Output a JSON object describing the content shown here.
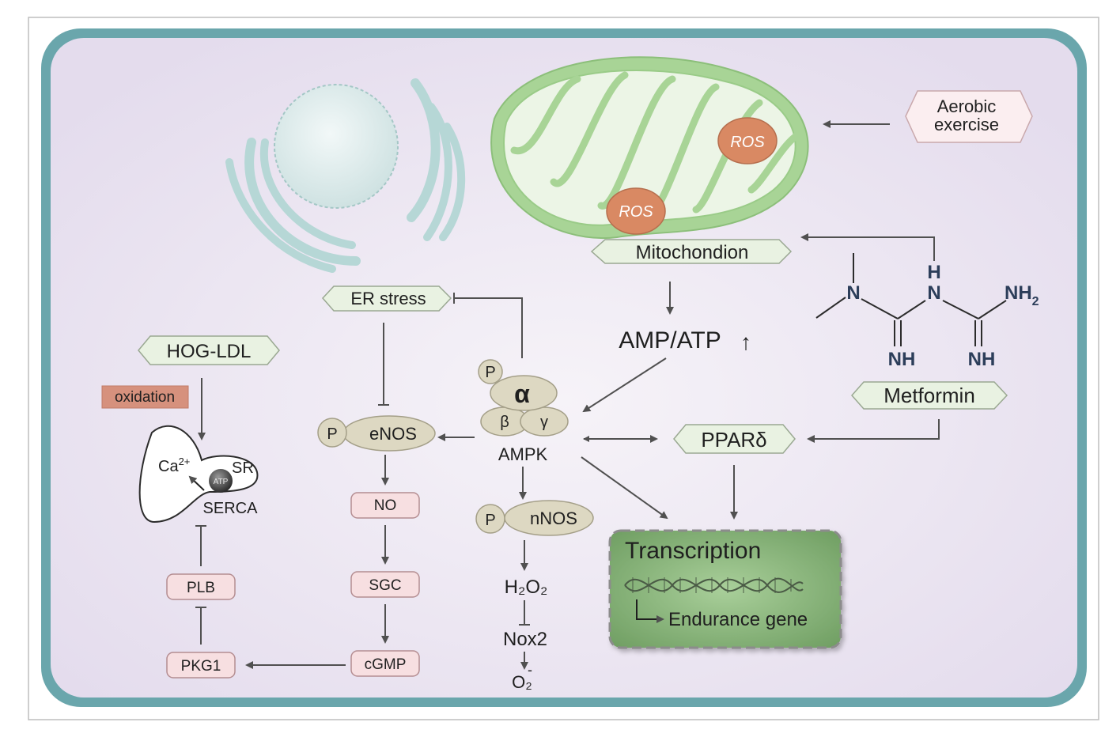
{
  "colors": {
    "cell_border": "#6aa6ac",
    "cell_fill": "#ebe5f1",
    "green_label_fill": "#e9f2e2",
    "green_label_stroke": "#9aa892",
    "pink_box_fill": "#f7dfe1",
    "pink_box_stroke": "#b48d91",
    "ros_fill": "#d98963",
    "mito_outer": "#a8d496",
    "mito_inner": "#ecf5e6",
    "organelle": "#b6d7d6",
    "enzyme": "#ddd8c2",
    "transcription_fill": "#8fb880",
    "arrow": "#505050",
    "oxidation_fill": "#d6917d"
  },
  "organelles": {
    "ros_1": "ROS",
    "ros_2": "ROS",
    "mitochondrion": "Mitochondion"
  },
  "inputs": {
    "aerobic_exercise": [
      "Aerobic",
      "exercise"
    ],
    "metformin": "Metformin",
    "hog_ldl": "HOG-LDL",
    "oxidation": "oxidation"
  },
  "metformin_structure": {
    "n_left": "N",
    "n_middle": "N",
    "h_top": "H",
    "nh2": "NH",
    "nh2_subscript": "2",
    "nh_left": "NH",
    "nh_right": "NH"
  },
  "energy": {
    "ratio": "AMP/ATP",
    "increase_symbol": "↑"
  },
  "ampk": {
    "label": "AMPK",
    "alpha": "α",
    "beta": "β",
    "gamma": "γ",
    "phospho": "P"
  },
  "er_stress": "ER stress",
  "ppar": "PPARδ",
  "enos_pathway": {
    "phospho": "P",
    "enos": "eNOS",
    "no": "NO",
    "sgc": "SGC",
    "cgmp": "cGMP"
  },
  "nnos_pathway": {
    "phospho": "P",
    "nnos": "nNOS",
    "h2o2": "H₂O₂",
    "nox2": "Nox2",
    "superoxide": "O₂",
    "superoxide_charge": "-"
  },
  "sr_pathway": {
    "calcium": "Ca",
    "calcium_charge": "2+",
    "sr": "SR",
    "atp": "ATP",
    "serca": "SERCA",
    "plb": "PLB",
    "pkg1": "PKG1"
  },
  "transcription": {
    "title": "Transcription",
    "gene": "Endurance gene"
  }
}
